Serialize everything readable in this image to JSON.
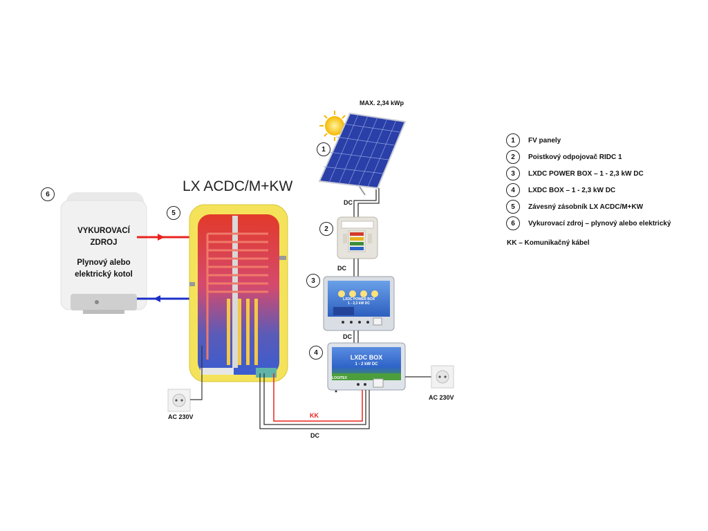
{
  "title": "LX ACDC/M+KW",
  "labels": {
    "max_power": "MAX. 2,34 kWp",
    "dc_1": "DC",
    "dc_2": "DC",
    "dc_3": "DC",
    "dc_bottom": "DC",
    "kk": "KK",
    "ac_left": "AC 230V",
    "ac_right": "AC 230V"
  },
  "heat_source": {
    "line1": "VYKUROVACÍ",
    "line2": "ZDROJ",
    "line3": "Plynový alebo",
    "line4": "elektrický kotol"
  },
  "device_text": {
    "power_box": "LXDC POWER BOX",
    "power_box_sub": "1 - 2,3 kW DC",
    "lxdc_box": "LXDC BOX",
    "lxdc_box_sub": "1 - 2 kW DC",
    "brand": "LOGITEX"
  },
  "diagram_numbers": [
    "1",
    "2",
    "3",
    "4",
    "5",
    "6"
  ],
  "legend": [
    {
      "num": "1",
      "text": "FV panely"
    },
    {
      "num": "2",
      "text": "Poistkový odpojovač RIDC 1"
    },
    {
      "num": "3",
      "text": "LXDC POWER BOX  –  1 - 2,3 kW DC"
    },
    {
      "num": "4",
      "text": "LXDC BOX –  1 - 2,3 kW DC"
    },
    {
      "num": "5",
      "text": "Závesný zásobník LX ACDC/M+KW"
    },
    {
      "num": "6",
      "text": "Vykurovací zdroj – plynový alebo elektrický"
    }
  ],
  "legend_note": "KK – Komunikačný kábel",
  "colors": {
    "hot_pipe": "#e8231c",
    "cold_pipe": "#1b2fc8",
    "comm_cable": "#e8231c",
    "tank_shell": "#f4e35a",
    "panel_blue": "#2a3fa8"
  }
}
